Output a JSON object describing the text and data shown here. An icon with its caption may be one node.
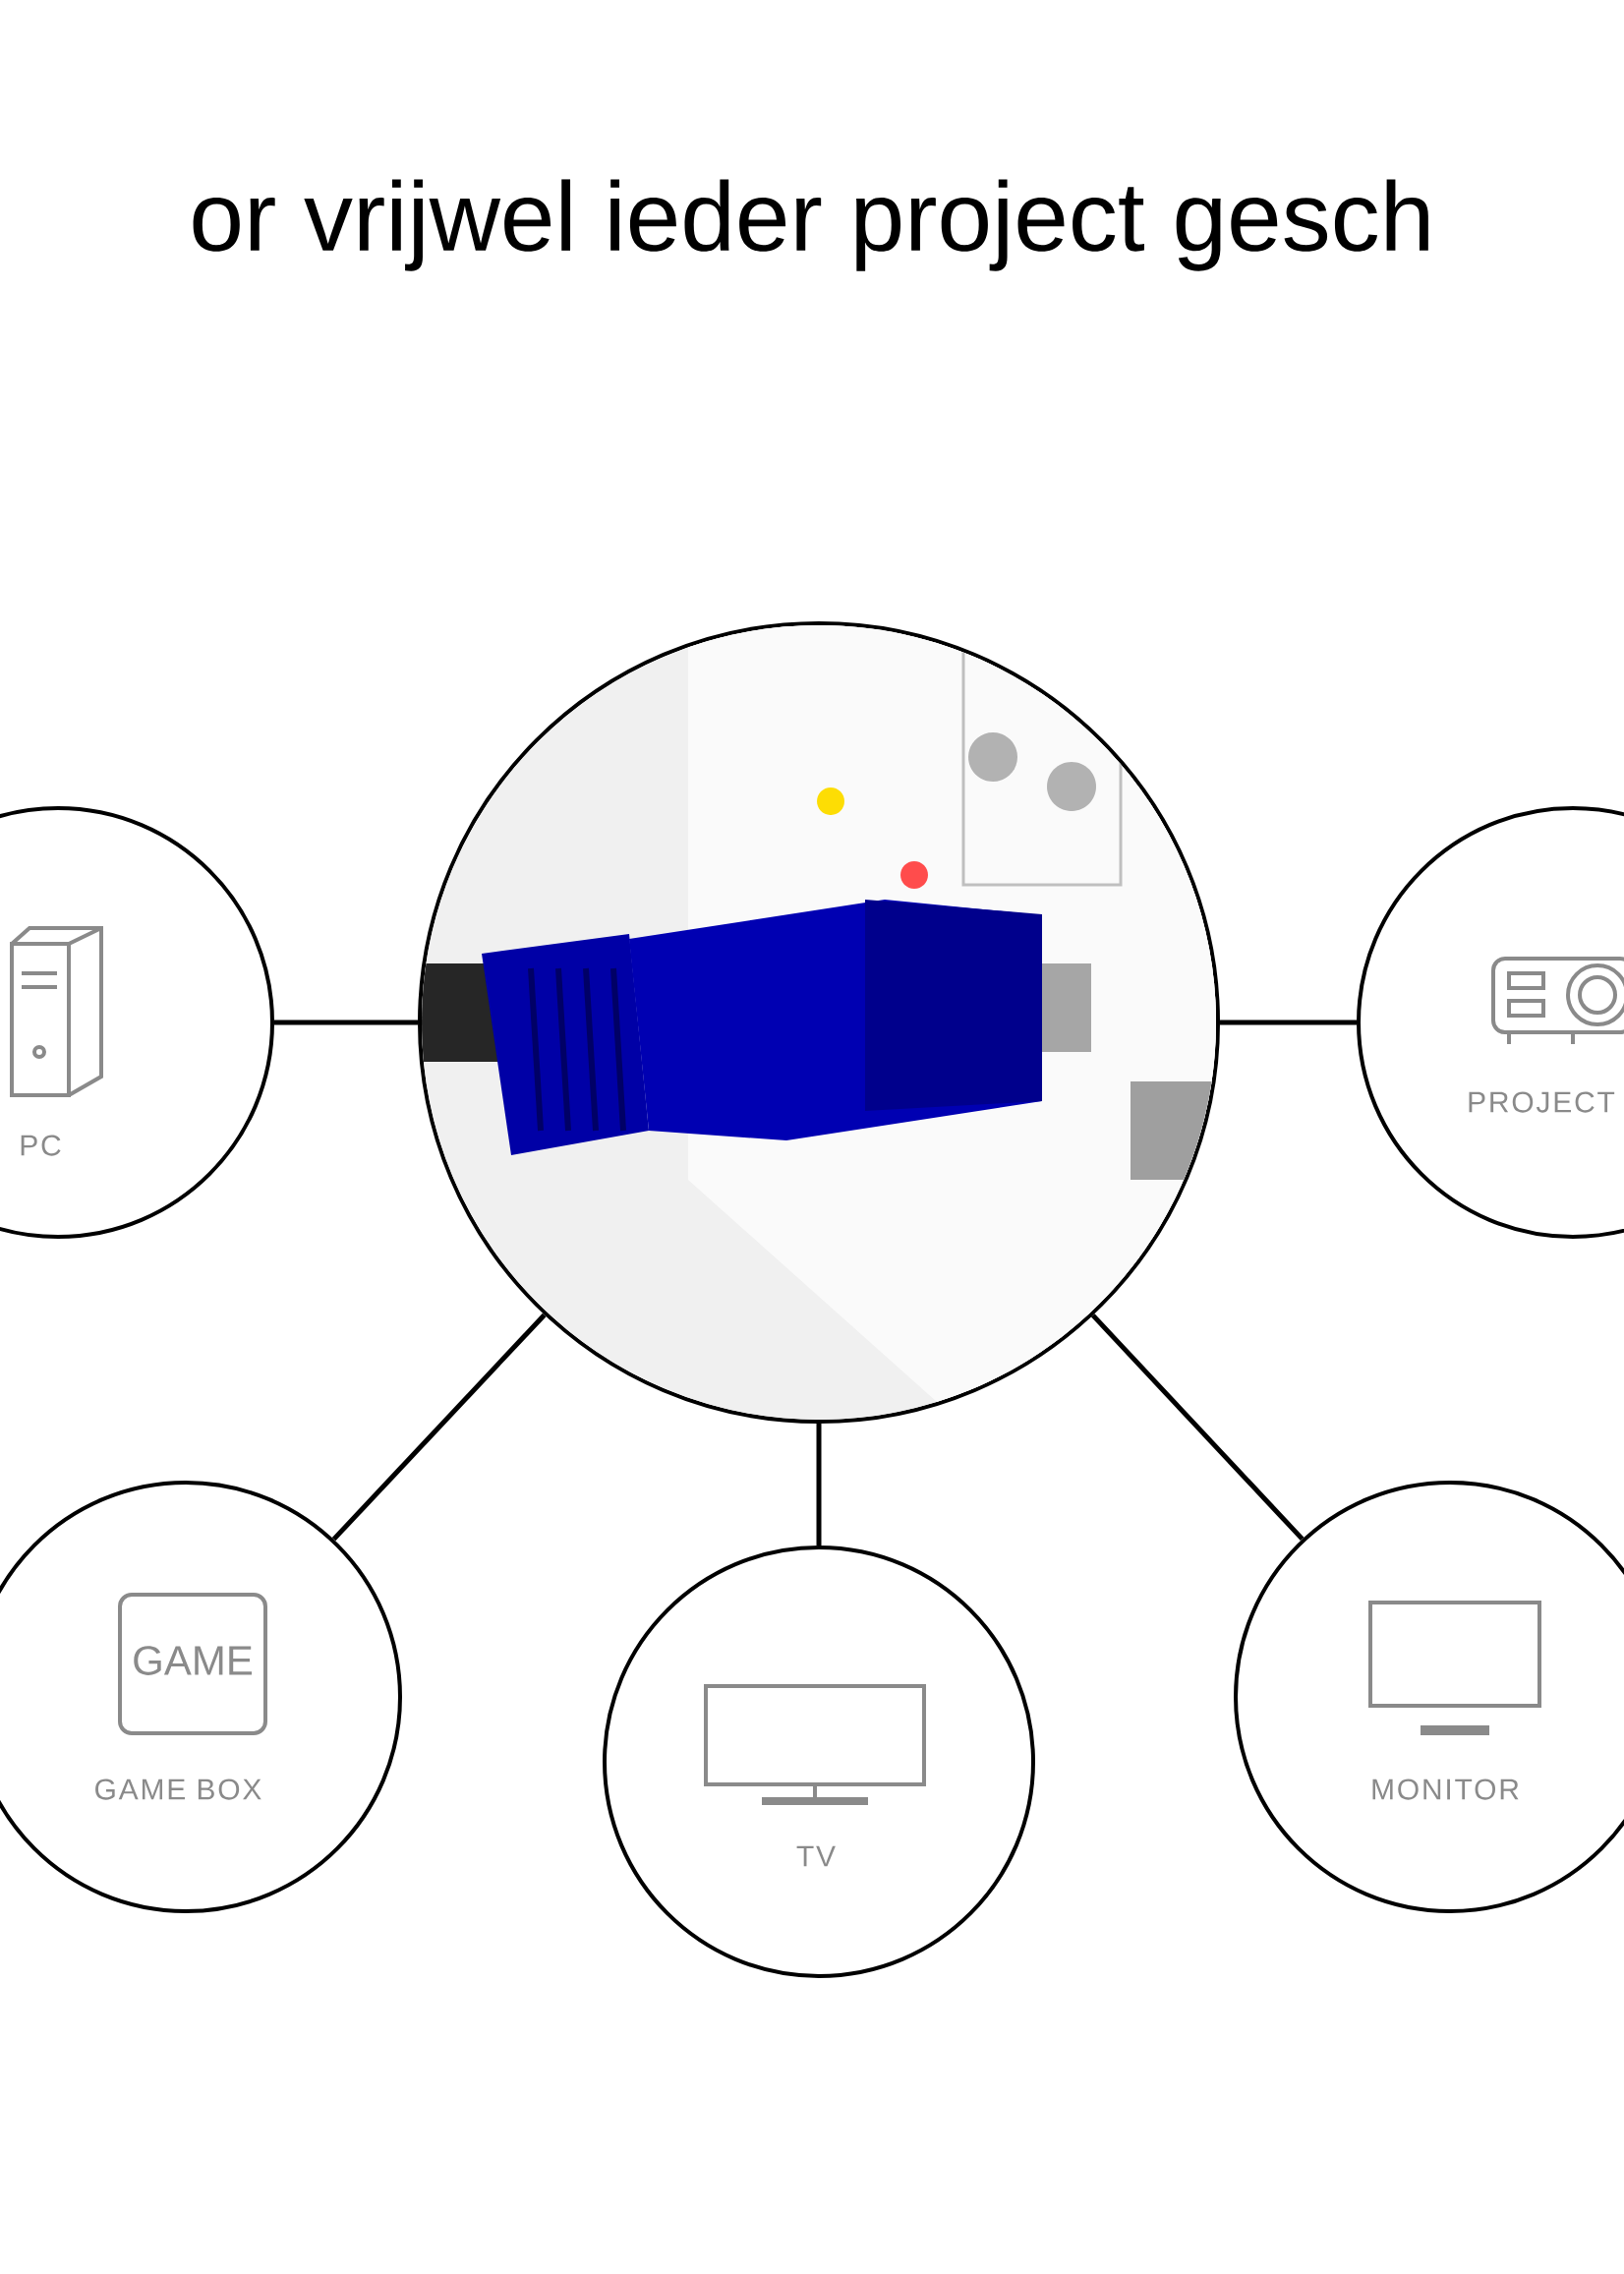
{
  "diagram": {
    "title": "or vrijwel ieder project gesch",
    "nodes": [
      {
        "text": [],
        "shape": "picture"
      },
      {
        "text": [
          "PC"
        ]
      },
      {
        "text": [
          "PROJECT"
        ]
      },
      {
        "text": [
          "GAME",
          "GAME BOX"
        ]
      },
      {
        "text": [
          "TV"
        ]
      },
      {
        "text": [
          "MONITOR"
        ]
      }
    ],
    "edges": [
      {
        "from": 0,
        "to": 1,
        "arrow": "none"
      },
      {
        "from": 0,
        "to": 2,
        "arrow": "none"
      },
      {
        "from": 0,
        "to": 3,
        "arrow": "none"
      },
      {
        "from": 0,
        "to": 4,
        "arrow": "none"
      },
      {
        "from": 0,
        "to": 5,
        "arrow": "none"
      }
    ]
  }
}
